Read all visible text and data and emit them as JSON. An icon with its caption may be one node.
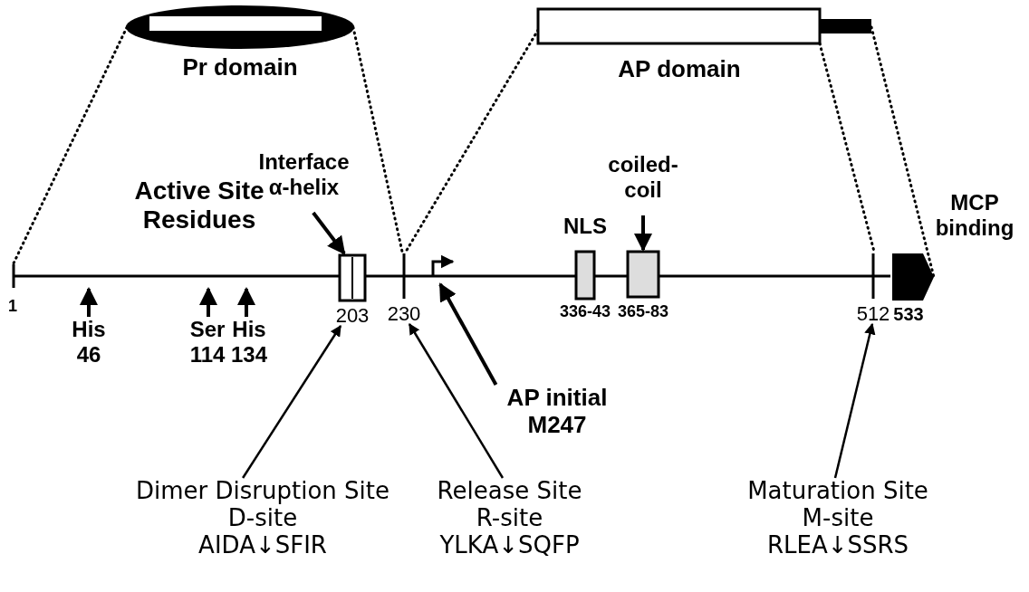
{
  "diagram": {
    "nodes": [
      {
        "text": [
          "Pr domain"
        ]
      },
      {
        "text": [
          "AP domain"
        ]
      },
      {
        "text": [
          "Interface α-helix"
        ]
      },
      {
        "text": [
          "203"
        ]
      },
      {
        "text": [
          "NLS"
        ],
        "beside": [
          "336-43"
        ]
      },
      {
        "text": [
          "coiled-coil"
        ]
      },
      {
        "text": [],
        "shape": "box",
        "beside": [
          "365-83"
        ]
      },
      {
        "text": [
          "MCP binding"
        ],
        "beside": [
          "533"
        ]
      },
      {
        "text": [
          "His 46"
        ]
      },
      {
        "text": [
          "Ser 114"
        ]
      },
      {
        "text": [
          "His 134"
        ]
      },
      {
        "text": [
          "230"
        ]
      },
      {
        "text": [
          "512"
        ]
      },
      {
        "text": [
          "AP initial M247"
        ]
      },
      {
        "text": [
          "Dimer Disruption Site",
          "D-site",
          "AIDA↓SFIR"
        ]
      },
      {
        "text": [
          "Release Site",
          "R-site",
          "YLKA↓SQFP"
        ]
      },
      {
        "text": [
          "Maturation Site",
          "M-site",
          "RLEA↓SSRS"
        ]
      },
      {
        "text": [],
        "shape": "arrow"
      },
      {
        "text": [],
        "shape": "bar"
      }
    ],
    "edges": [
      {
        "from": 2,
        "to": 3,
        "arrow": "to"
      },
      {
        "from": 5,
        "to": 6,
        "arrow": "to"
      },
      {
        "from": 8,
        "to": 18,
        "arrow": "to"
      },
      {
        "from": 9,
        "to": 18,
        "arrow": "to"
      },
      {
        "from": 10,
        "to": 18,
        "arrow": "to"
      },
      {
        "from": 13,
        "to": 17,
        "arrow": "to"
      },
      {
        "from": 14,
        "to": 3,
        "arrow": "to"
      },
      {
        "from": 15,
        "to": 11,
        "arrow": "to"
      },
      {
        "from": 16,
        "to": 12,
        "arrow": "to"
      },
      {
        "from": 0,
        "to": 18,
        "arrow": "none",
        "style": "dashed"
      },
      {
        "from": 0,
        "to": 11,
        "arrow": "none",
        "style": "dashed"
      },
      {
        "from": 1,
        "to": 11,
        "arrow": "none",
        "style": "dashed"
      },
      {
        "from": 1,
        "to": 12,
        "arrow": "none",
        "style": "dashed"
      },
      {
        "from": 1,
        "to": 7,
        "arrow": "none",
        "style": "dashed"
      }
    ],
    "labels": [
      "Active Site Residues",
      "1"
    ]
  }
}
